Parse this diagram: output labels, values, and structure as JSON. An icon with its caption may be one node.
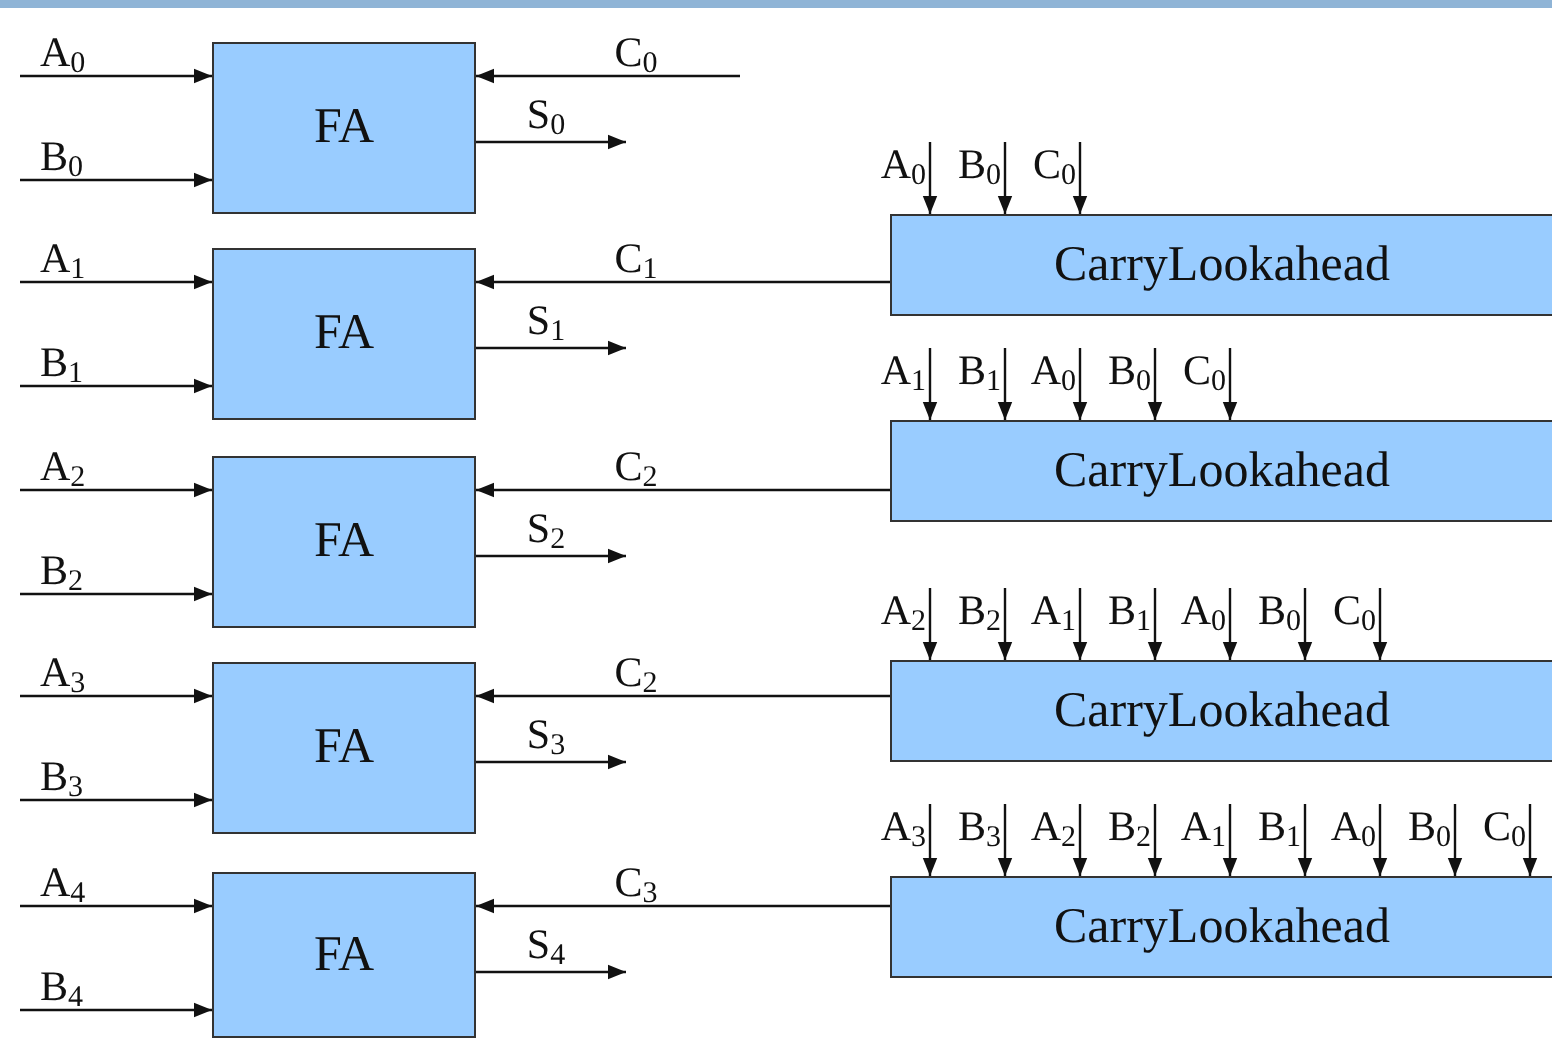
{
  "diagram": {
    "nodes": [
      {
        "text": [
          "FA"
        ]
      },
      {
        "text": [
          "FA"
        ]
      },
      {
        "text": [
          "FA"
        ]
      },
      {
        "text": [
          "FA"
        ]
      },
      {
        "text": [
          "FA"
        ]
      },
      {
        "text": [
          "CarryLookahead"
        ]
      },
      {
        "text": [
          "CarryLookahead"
        ]
      },
      {
        "text": [
          "CarryLookahead"
        ]
      },
      {
        "text": [
          "CarryLookahead"
        ]
      }
    ],
    "edges": [
      {
        "from": null,
        "to": 0,
        "arrow": "to",
        "label": "A$_{0}$"
      },
      {
        "from": null,
        "to": 0,
        "arrow": "to",
        "label": "B$_{0}$"
      },
      {
        "from": null,
        "to": 0,
        "arrow": "to",
        "label": "C$_{0}$"
      },
      {
        "from": 0,
        "to": null,
        "arrow": "to",
        "label": "S$_{0}$"
      },
      {
        "from": null,
        "to": 1,
        "arrow": "to",
        "label": "A$_{1}$"
      },
      {
        "from": null,
        "to": 1,
        "arrow": "to",
        "label": "B$_{1}$"
      },
      {
        "from": 5,
        "to": 1,
        "arrow": "to",
        "label": "C$_{1}$"
      },
      {
        "from": 1,
        "to": null,
        "arrow": "to",
        "label": "S$_{1}$"
      },
      {
        "from": null,
        "to": 2,
        "arrow": "to",
        "label": "A$_{2}$"
      },
      {
        "from": null,
        "to": 2,
        "arrow": "to",
        "label": "B$_{2}$"
      },
      {
        "from": 6,
        "to": 2,
        "arrow": "to",
        "label": "C$_{2}$"
      },
      {
        "from": 2,
        "to": null,
        "arrow": "to",
        "label": "S$_{2}$"
      },
      {
        "from": null,
        "to": 3,
        "arrow": "to",
        "label": "A$_{3}$"
      },
      {
        "from": null,
        "to": 3,
        "arrow": "to",
        "label": "B$_{3}$"
      },
      {
        "from": 7,
        "to": 3,
        "arrow": "to",
        "label": "C$_{2}$"
      },
      {
        "from": 3,
        "to": null,
        "arrow": "to",
        "label": "S$_{3}$"
      },
      {
        "from": null,
        "to": 4,
        "arrow": "to",
        "label": "A$_{4}$"
      },
      {
        "from": null,
        "to": 4,
        "arrow": "to",
        "label": "B$_{4}$"
      },
      {
        "from": 8,
        "to": 4,
        "arrow": "to",
        "label": "C$_{3}$"
      },
      {
        "from": 4,
        "to": null,
        "arrow": "to",
        "label": "S$_{4}$"
      },
      {
        "from": null,
        "to": 5,
        "arrow": "to",
        "label": "A$_{0}$"
      },
      {
        "from": null,
        "to": 5,
        "arrow": "to",
        "label": "B$_{0}$"
      },
      {
        "from": null,
        "to": 5,
        "arrow": "to",
        "label": "C$_{0}$"
      },
      {
        "from": null,
        "to": 6,
        "arrow": "to",
        "label": "A$_{1}$"
      },
      {
        "from": null,
        "to": 6,
        "arrow": "to",
        "label": "B$_{1}$"
      },
      {
        "from": null,
        "to": 6,
        "arrow": "to",
        "label": "A$_{0}$"
      },
      {
        "from": null,
        "to": 6,
        "arrow": "to",
        "label": "B$_{0}$"
      },
      {
        "from": null,
        "to": 6,
        "arrow": "to",
        "label": "C$_{0}$"
      },
      {
        "from": null,
        "to": 7,
        "arrow": "to",
        "label": "A$_{2}$"
      },
      {
        "from": null,
        "to": 7,
        "arrow": "to",
        "label": "B$_{2}$"
      },
      {
        "from": null,
        "to": 7,
        "arrow": "to",
        "label": "A$_{1}$"
      },
      {
        "from": null,
        "to": 7,
        "arrow": "to",
        "label": "B$_{1}$"
      },
      {
        "from": null,
        "to": 7,
        "arrow": "to",
        "label": "A$_{0}$"
      },
      {
        "from": null,
        "to": 7,
        "arrow": "to",
        "label": "B$_{0}$"
      },
      {
        "from": null,
        "to": 7,
        "arrow": "to",
        "label": "C$_{0}$"
      },
      {
        "from": null,
        "to": 8,
        "arrow": "to",
        "label": "A$_{3}$"
      },
      {
        "from": null,
        "to": 8,
        "arrow": "to",
        "label": "B$_{3}$"
      },
      {
        "from": null,
        "to": 8,
        "arrow": "to",
        "label": "A$_{2}$"
      },
      {
        "from": null,
        "to": 8,
        "arrow": "to",
        "label": "B$_{2}$"
      },
      {
        "from": null,
        "to": 8,
        "arrow": "to",
        "label": "A$_{1}$"
      },
      {
        "from": null,
        "to": 8,
        "arrow": "to",
        "label": "B$_{1}$"
      },
      {
        "from": null,
        "to": 8,
        "arrow": "to",
        "label": "A$_{0}$"
      },
      {
        "from": null,
        "to": 8,
        "arrow": "to",
        "label": "B$_{0}$"
      },
      {
        "from": null,
        "to": 8,
        "arrow": "to",
        "label": "C$_{0}$"
      }
    ]
  }
}
